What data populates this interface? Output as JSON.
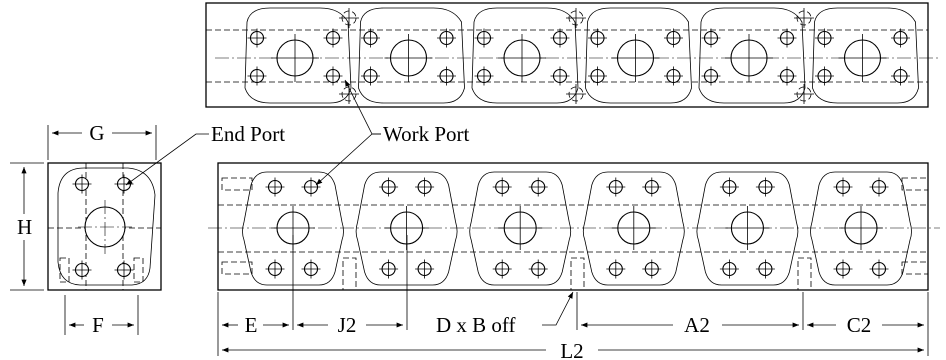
{
  "labels": {
    "end_port": "End Port",
    "work_port": "Work Port",
    "dim_g": "G",
    "dim_h": "H",
    "dim_f": "F",
    "dim_e": "E",
    "dim_j2": "J2",
    "dim_d_x_b": "D x B off",
    "dim_a2": "A2",
    "dim_c2": "C2",
    "dim_l2": "L2"
  },
  "manifold": {
    "station_count": 6
  }
}
